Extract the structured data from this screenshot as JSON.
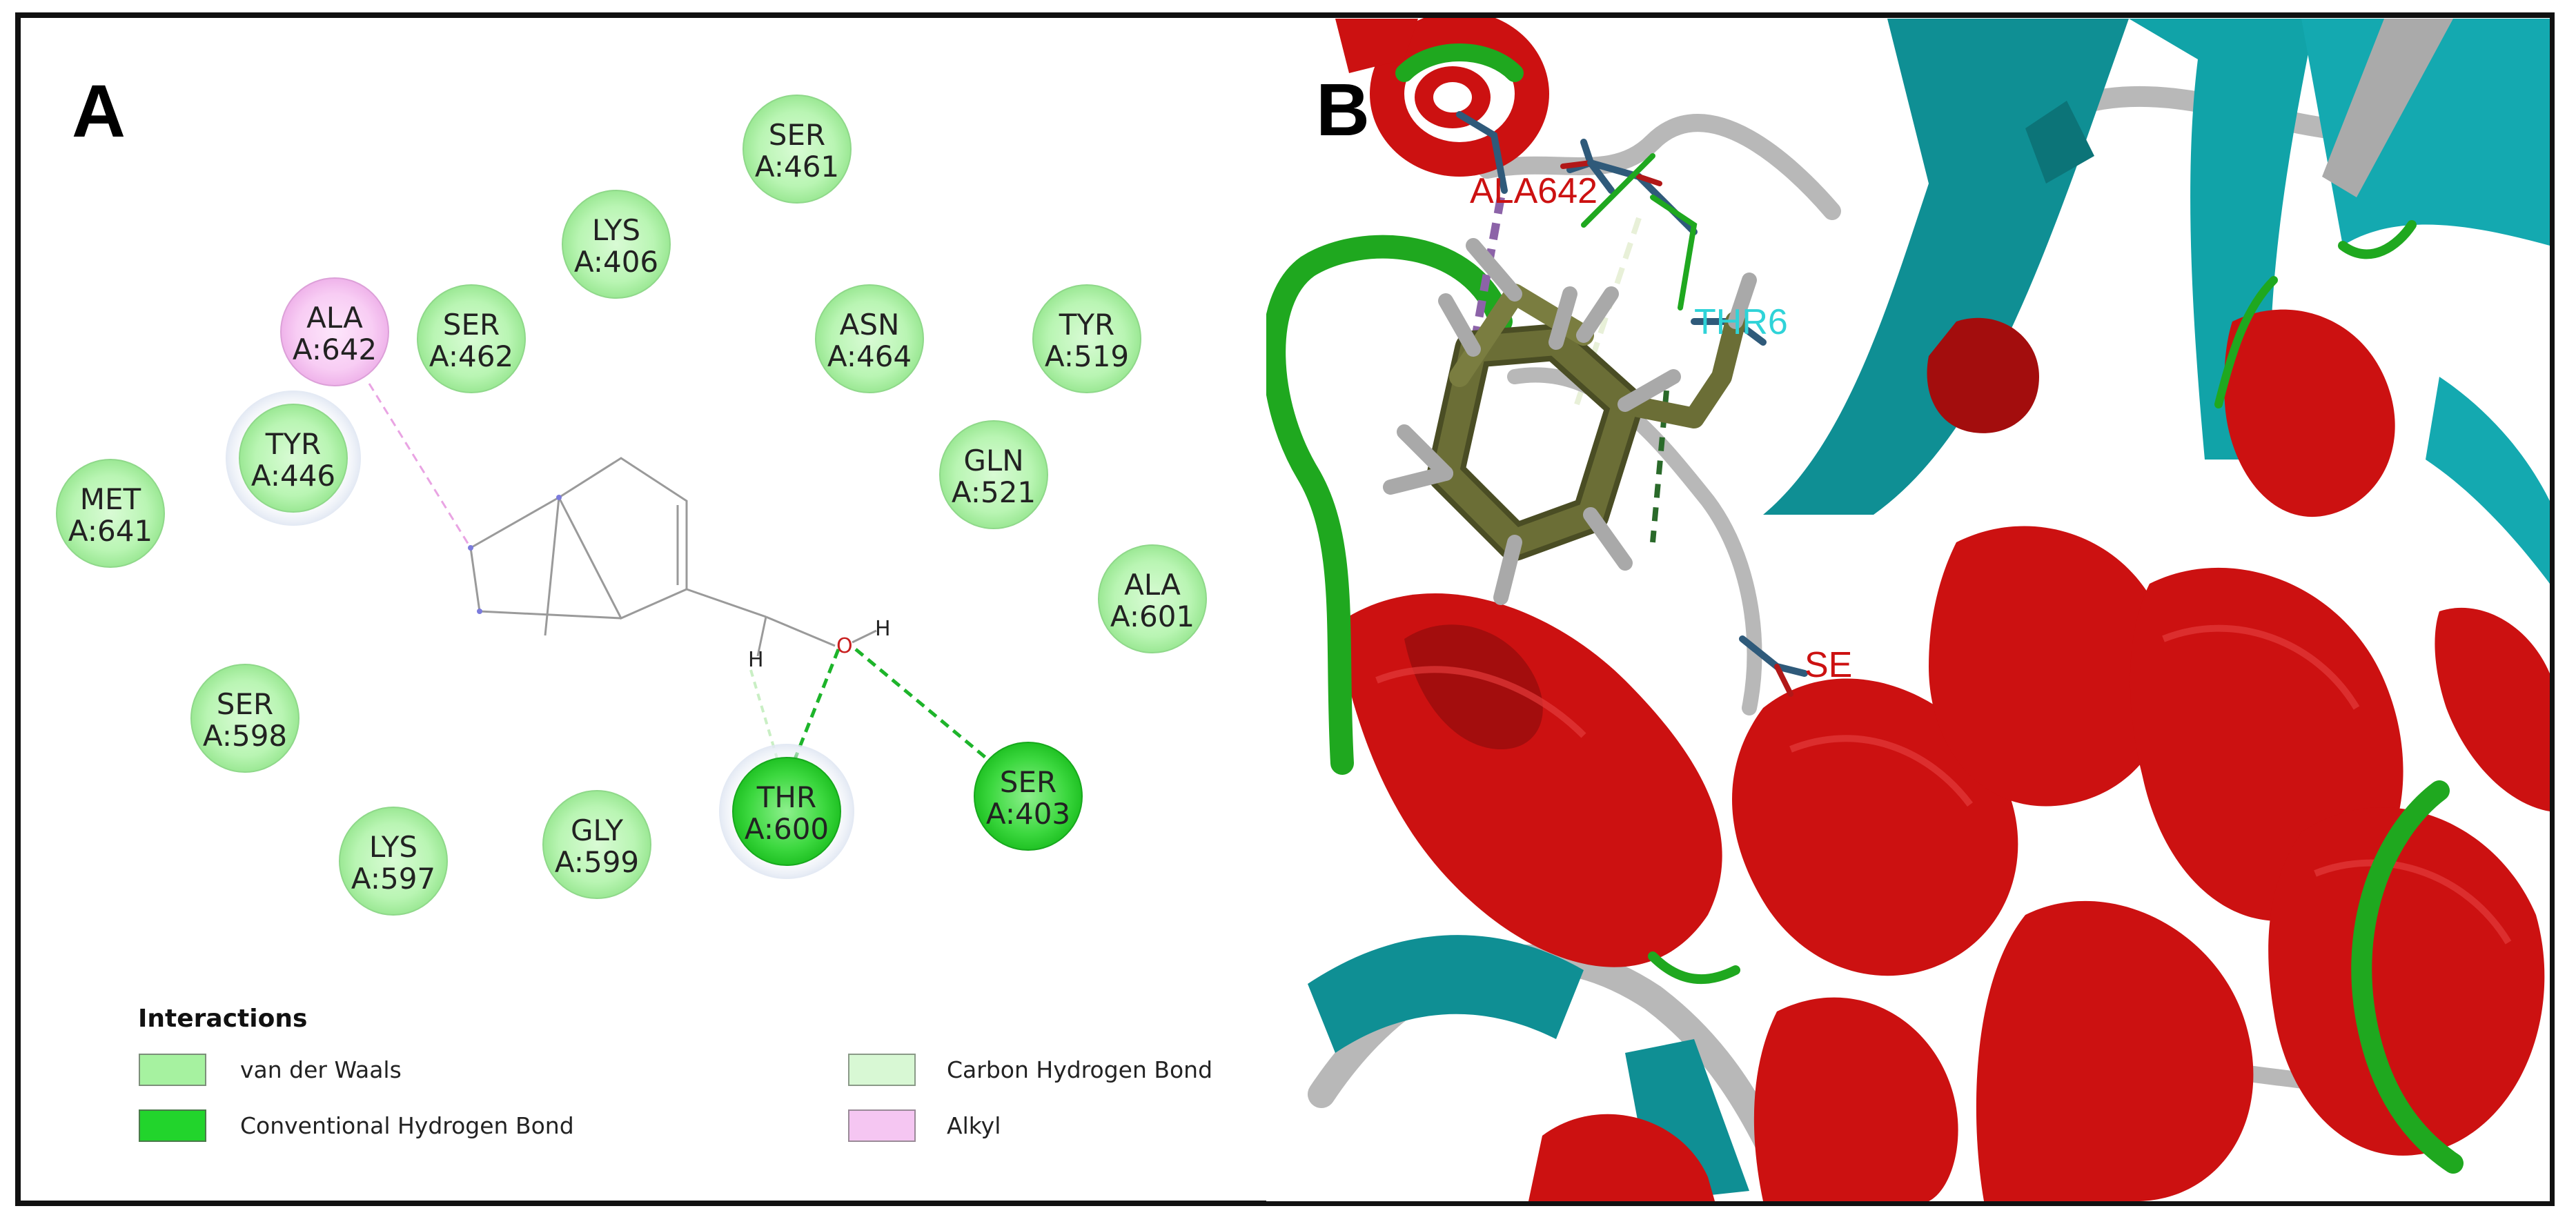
{
  "panels": {
    "a_label": "A",
    "b_label": "B"
  },
  "residues": [
    {
      "name": "SER",
      "chain": "A:461",
      "type": "vdw"
    },
    {
      "name": "LYS",
      "chain": "A:406",
      "type": "vdw"
    },
    {
      "name": "ALA",
      "chain": "A:642",
      "type": "alkyl"
    },
    {
      "name": "SER",
      "chain": "A:462",
      "type": "vdw"
    },
    {
      "name": "ASN",
      "chain": "A:464",
      "type": "vdw"
    },
    {
      "name": "TYR",
      "chain": "A:519",
      "type": "vdw"
    },
    {
      "name": "TYR",
      "chain": "A:446",
      "type": "vdw"
    },
    {
      "name": "GLN",
      "chain": "A:521",
      "type": "vdw"
    },
    {
      "name": "MET",
      "chain": "A:641",
      "type": "vdw"
    },
    {
      "name": "ALA",
      "chain": "A:601",
      "type": "vdw"
    },
    {
      "name": "SER",
      "chain": "A:598",
      "type": "vdw"
    },
    {
      "name": "THR",
      "chain": "A:600",
      "type": "conventional_hbond"
    },
    {
      "name": "SER",
      "chain": "A:403",
      "type": "conventional_hbond"
    },
    {
      "name": "LYS",
      "chain": "A:597",
      "type": "vdw"
    },
    {
      "name": "GLY",
      "chain": "A:599",
      "type": "vdw"
    }
  ],
  "ligand_atoms": {
    "h1": "H",
    "h2": "H",
    "o": "O"
  },
  "legend": {
    "title": "Interactions",
    "items": [
      {
        "label": "van der Waals",
        "color": "#a6f2a0"
      },
      {
        "label": "Conventional Hydrogen Bond",
        "color": "#22d42c"
      },
      {
        "label": "Carbon Hydrogen Bond",
        "color": "#d8f8d4"
      },
      {
        "label": "Alkyl",
        "color": "#f5c6f2"
      }
    ]
  },
  "structure_labels": {
    "ala": "ALA642",
    "thr": "THR6",
    "ser": "SE"
  },
  "colors": {
    "vdw": "#a6f2a0",
    "conventional_hbond": "#22d42c",
    "carbon_hbond": "#d8f8d4",
    "alkyl": "#f5c6f2",
    "helix": "#cc1111",
    "sheet": "#0f8f94",
    "coil_green": "#1fa81f",
    "coil_gray": "#b8b8b8"
  }
}
